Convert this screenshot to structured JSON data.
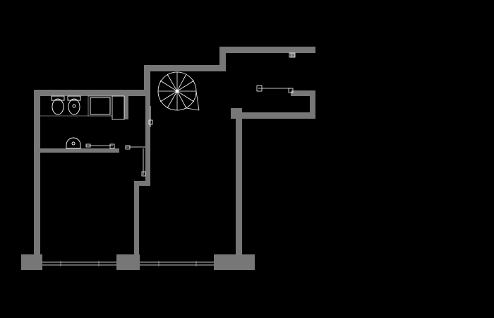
{
  "drawing": {
    "type": "architectural floor plan",
    "colors": {
      "background": "#000000",
      "walls": "#777777",
      "linework": "#ffffff"
    },
    "elements": [
      "exterior-walls",
      "bathroom-partition",
      "toilet",
      "bidet",
      "shower-tray",
      "washbasin",
      "spiral-staircase",
      "interior-doors",
      "window-openings"
    ]
  }
}
